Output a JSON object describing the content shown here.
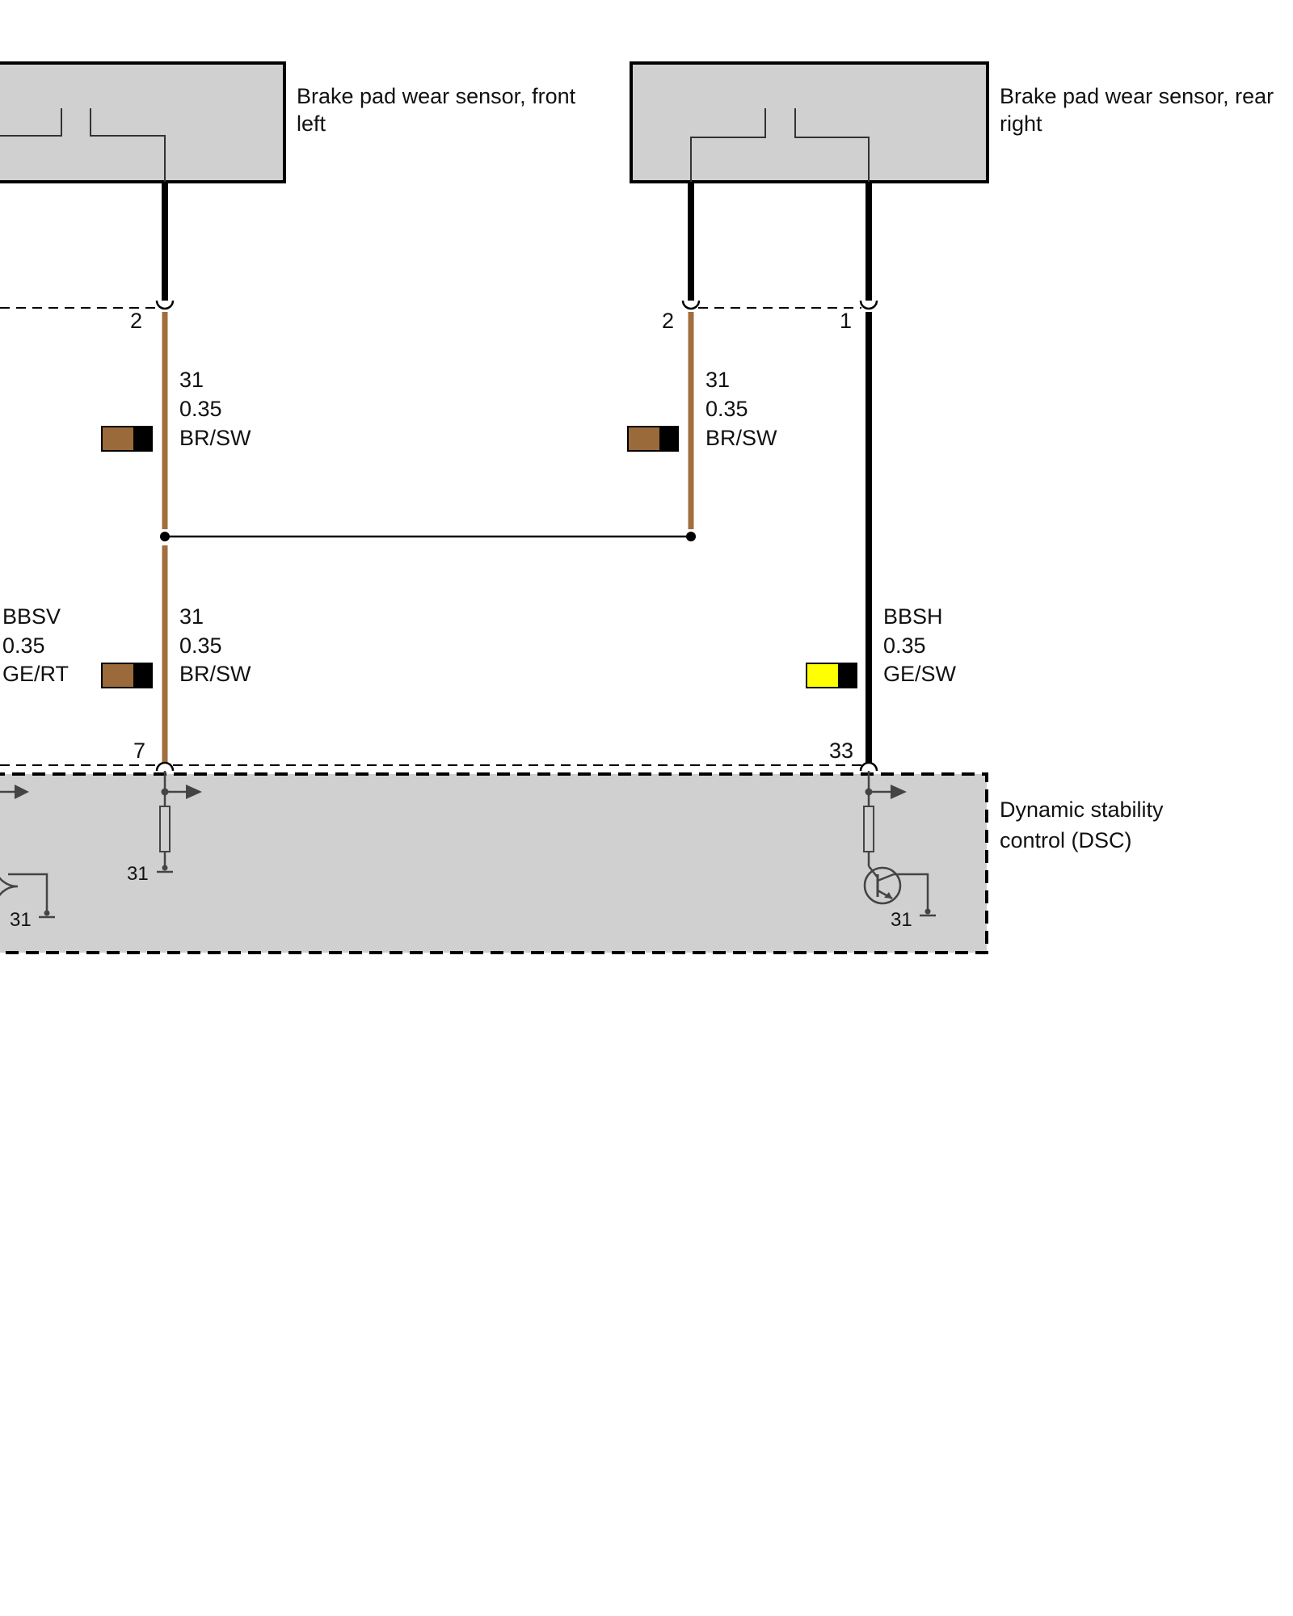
{
  "components": {
    "sensor_front_left": {
      "label_line1": "Brake pad wear sensor, front",
      "label_line2": "left"
    },
    "sensor_rear_right": {
      "label_line1": "Brake pad wear sensor, rear",
      "label_line2": "right"
    },
    "dsc": {
      "label_line1": "Dynamic stability",
      "label_line2": "control (DSC)"
    }
  },
  "pins": {
    "fl_pin": "2",
    "rr_pin_left": "2",
    "rr_pin_right": "1",
    "dsc_pin_fl": "7",
    "dsc_pin_rr": "33"
  },
  "wires": {
    "fl_upper": {
      "name": "31",
      "size": "0.35",
      "color_code": "BR/SW",
      "primary_color": "#9b6a3a",
      "secondary_color": "#000000"
    },
    "rr_upper": {
      "name": "31",
      "size": "0.35",
      "color_code": "BR/SW",
      "primary_color": "#9b6a3a",
      "secondary_color": "#000000"
    },
    "fl_lower": {
      "name": "31",
      "size": "0.35",
      "color_code": "BR/SW",
      "primary_color": "#9b6a3a",
      "secondary_color": "#000000"
    },
    "bbsv": {
      "name": "BBSV",
      "size": "0.35",
      "color_code": "GE/RT"
    },
    "bbsh": {
      "name": "BBSH",
      "size": "0.35",
      "color_code": "GE/SW",
      "primary_color": "#ffff00",
      "secondary_color": "#000000"
    }
  },
  "ground_labels": {
    "g1": "31",
    "g2": "31",
    "g3": "31"
  },
  "colors": {
    "component_fill": "#d0d0d0",
    "wire_brown": "#a26f3c",
    "wire_black": "#000000"
  }
}
